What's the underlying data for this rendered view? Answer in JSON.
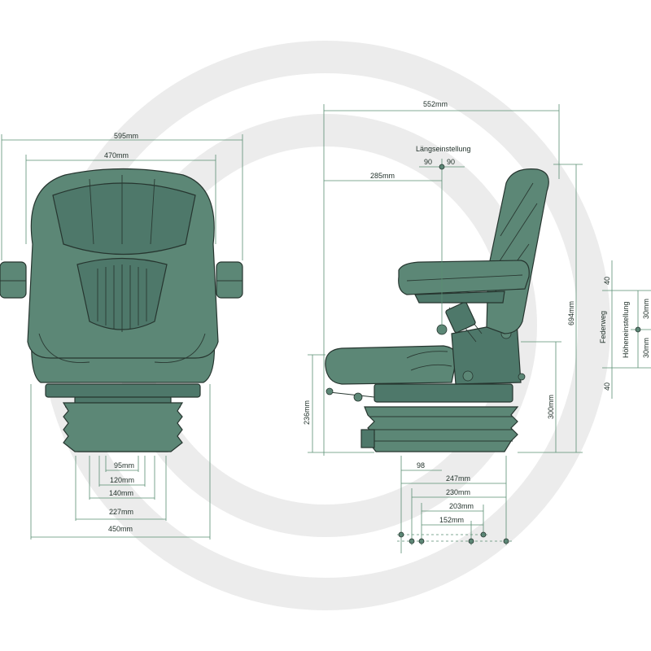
{
  "front_view": {
    "dim_595": "595mm",
    "dim_470": "470mm",
    "dim_95": "95mm",
    "dim_120": "120mm",
    "dim_140": "140mm",
    "dim_227": "227mm",
    "dim_450": "450mm"
  },
  "side_view": {
    "dim_552": "552mm",
    "laengseinstellung_label": "Längseinstellung",
    "laengs_left": "90",
    "laengs_right": "90",
    "dim_285": "285mm",
    "dim_694": "694mm",
    "dim_236": "236mm",
    "dim_300": "300mm",
    "dim_98": "98",
    "dim_247": "247mm",
    "dim_230": "230mm",
    "dim_203": "203mm",
    "dim_152": "152mm",
    "federweg_label": "Federweg",
    "hoeheneinstellung_label": "Höheneinstellung",
    "dim_40_top": "40",
    "dim_40_bottom": "40",
    "dim_30_top": "30mm",
    "dim_30_bottom": "30mm"
  },
  "colors": {
    "seat": "#5c8776",
    "dimension_line": "#5a8f73"
  }
}
